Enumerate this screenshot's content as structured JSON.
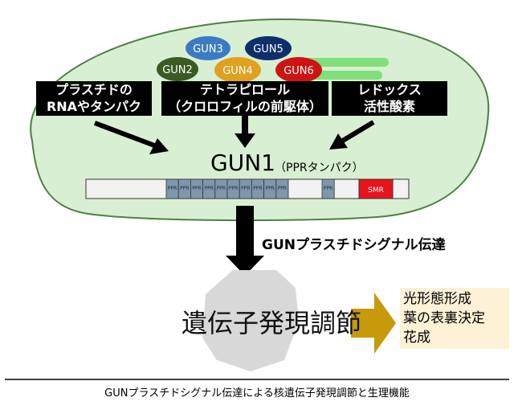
{
  "gun_proteins": [
    {
      "label": "GUN3",
      "color": "#3a7bc4"
    },
    {
      "label": "GUN5",
      "color": "#0f2f6b"
    },
    {
      "label": "GUN2",
      "color": "#3a5a22"
    },
    {
      "label": "GUN4",
      "color": "#e0a020"
    },
    {
      "label": "GUN6",
      "color": "#cc1414"
    }
  ],
  "signal_boxes": [
    {
      "lines": [
        "プラスチドの",
        "RNAやタンパク"
      ]
    },
    {
      "lines": [
        "テトラピロール",
        "（クロロフィルの前駆体）"
      ]
    },
    {
      "lines": [
        "レドックス",
        "活性酸素"
      ]
    }
  ],
  "gun1": {
    "title": "GUN1",
    "subtitle": "（PPRタンパク）",
    "domains": [
      {
        "label": "PPR"
      },
      {
        "label": "PPR"
      },
      {
        "label": "PPR"
      },
      {
        "label": "PPR"
      },
      {
        "label": "PPR"
      },
      {
        "label": "PPR"
      },
      {
        "label": "PPR"
      },
      {
        "label": "PPR"
      },
      {
        "label": "PPR"
      },
      {
        "label": "PPR"
      },
      {
        "label": "PPR"
      }
    ],
    "smr_label": "SMR"
  },
  "signal_label": "GUNプラスチドシグナル伝達",
  "regulation_label": "遺伝子発現調節",
  "outcomes": [
    "光形態形成",
    "葉の表裏決定",
    "花成"
  ],
  "caption": "GUNプラスチドシグナル伝達による核遺伝子発現調節と生理機能",
  "colors": {
    "plastid_fill": "#d9efd3",
    "plastid_stroke": "#4f7f47",
    "thylakoid": "#80e07a",
    "ppr_fill": "#7f97ad",
    "smr_fill": "#e8141b",
    "outcome_arrow": "#c79a0c",
    "nucleus_fill": "#d8d8d8"
  }
}
